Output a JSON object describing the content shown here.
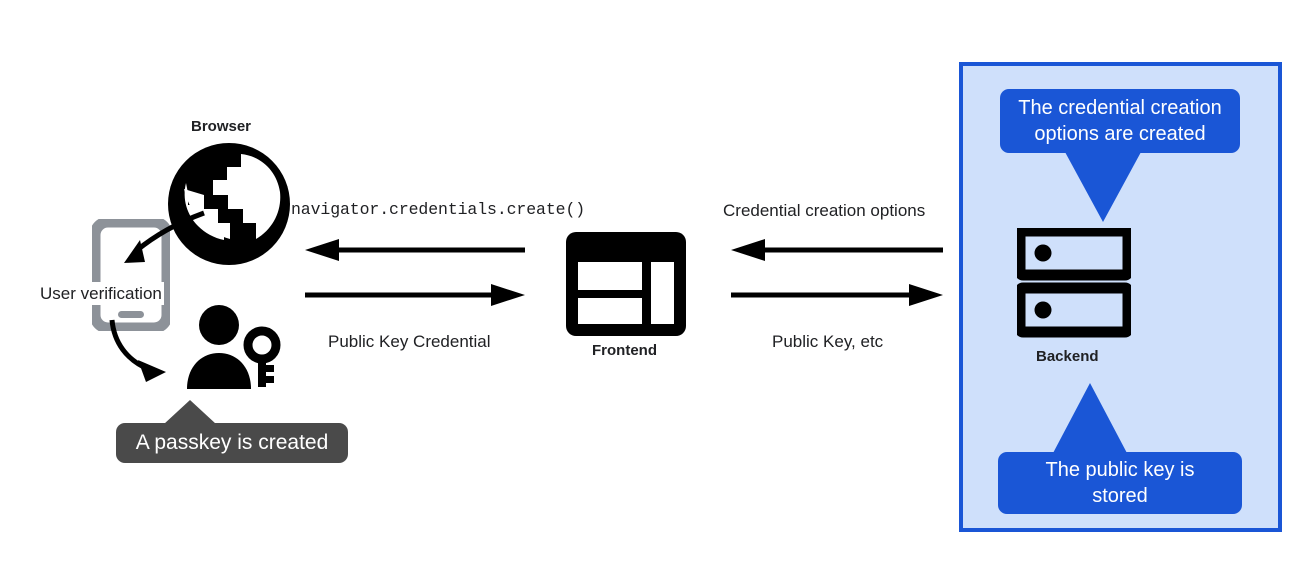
{
  "diagram": {
    "title": "WebAuthn passkey registration flow",
    "colors": {
      "accent_blue": "#1a56d6",
      "panel_fill": "#cfe0fb",
      "tooltip_gray": "#4a4a4a",
      "device_gray": "#8d9299",
      "ink": "#000000"
    }
  },
  "nodes": {
    "browser": {
      "label": "Browser",
      "icon": "globe-icon"
    },
    "device": {
      "icon": "mobile-device-icon",
      "annotation": "User verification"
    },
    "user_key": {
      "icon": "user-with-key-icon"
    },
    "frontend": {
      "label": "Frontend",
      "icon": "web-layout-icon"
    },
    "backend": {
      "label": "Backend",
      "icon": "server-racks-icon"
    }
  },
  "arrows": {
    "browser_left": {
      "top_label": "navigator.credentials.create()",
      "top_direction": "left",
      "bottom_label": "Public Key Credential",
      "bottom_direction": "right"
    },
    "backend_right": {
      "top_label": "Credential creation options",
      "top_direction": "left",
      "bottom_label": "Public Key, etc",
      "bottom_direction": "right"
    }
  },
  "callouts": {
    "credential_options": {
      "text": "The credential creation options are created",
      "line1": "The credential creation",
      "line2": "options are created",
      "color": "#1a56d6",
      "tail": "down"
    },
    "public_key_stored": {
      "text": "The public key is stored",
      "line1": "The public key is",
      "line2": "stored",
      "color": "#1a56d6",
      "tail": "up"
    },
    "passkey_created": {
      "text": "A passkey is created",
      "color": "#4a4a4a",
      "tail": "up"
    }
  }
}
